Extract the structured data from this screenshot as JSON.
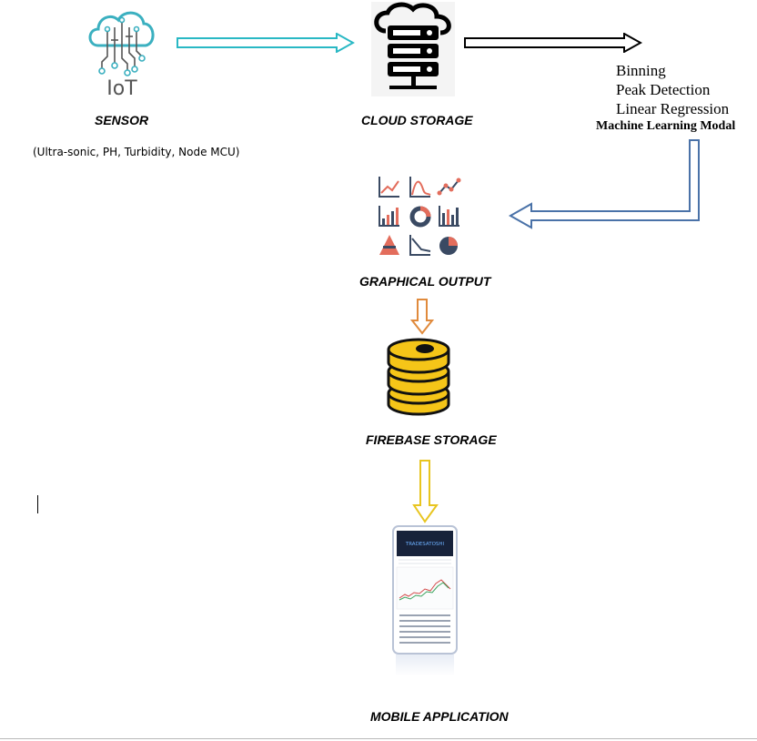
{
  "nodes": {
    "sensor": {
      "label": "SENSOR",
      "subtitle": "(Ultra-sonic, PH, Turbidity, Node MCU)",
      "icon_text": "IoT",
      "icon": "iot-cloud-icon"
    },
    "cloud_storage": {
      "label": "CLOUD STORAGE",
      "icon": "server-icon"
    },
    "machine_learning": {
      "methods": [
        "Binning",
        "Peak Detection",
        "Linear Regression"
      ],
      "title": "Machine Learning Modal"
    },
    "graphical_output": {
      "label": "GRAPHICAL OUTPUT",
      "icon": "chart-grid-icon"
    },
    "firebase_storage": {
      "label": "FIREBASE STORAGE",
      "icon": "database-icon"
    },
    "mobile_application": {
      "label": "MOBILE APPLICATION",
      "icon": "smartphone-icon",
      "screen_brand": "TRADESATOSHI"
    }
  },
  "colors": {
    "sensor_arrow": "#29b8c4",
    "cloud_arrow": "#000000",
    "ml_arrow": "#4a72a8",
    "graph_arrow": "#e08a3c",
    "firebase_arrow": "#e8c520",
    "db_yellow": "#f5c518",
    "iot_teal": "#3bb0c0"
  }
}
